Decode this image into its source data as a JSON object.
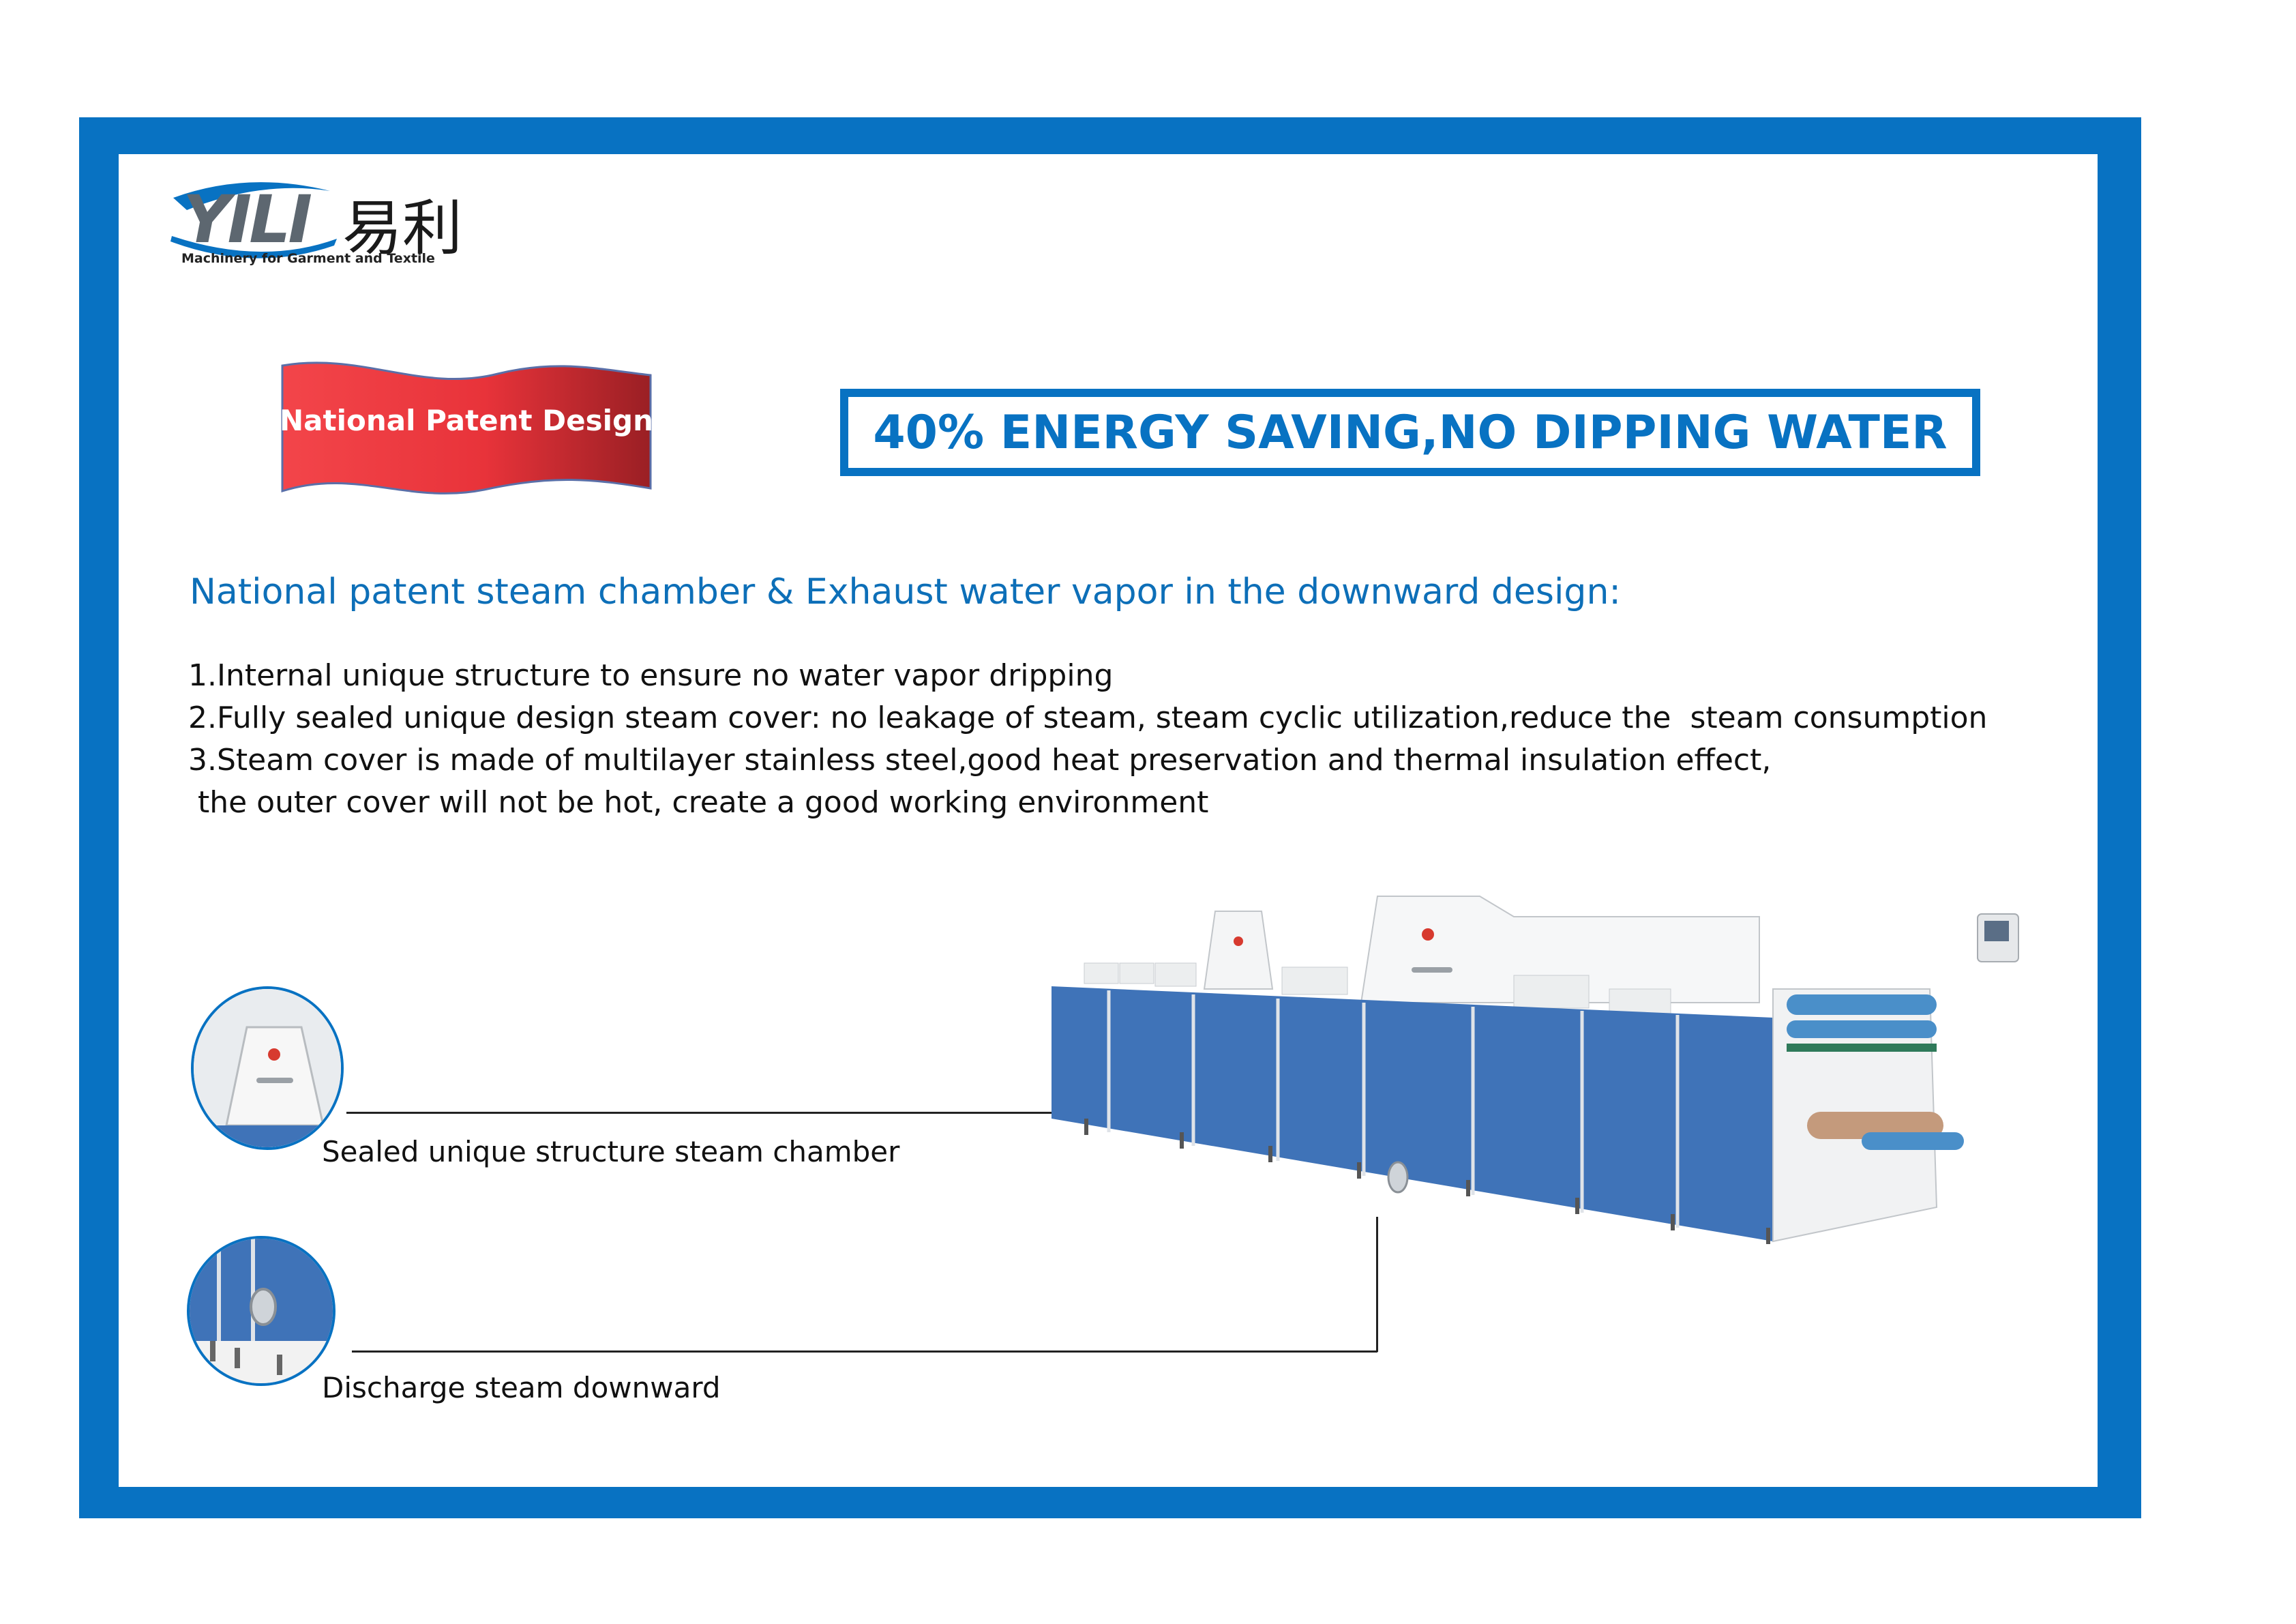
{
  "brand": {
    "logo_word": "YILI",
    "logo_cn": "易利",
    "tagline": "Machinery for Garment and Textile"
  },
  "badge": {
    "label": "National Patent Design",
    "color": "#e8333a"
  },
  "headline": "40% ENERGY SAVING,NO DIPPING WATER",
  "subtitle": "National patent steam chamber & Exhaust water vapor in the downward design:",
  "points": [
    "1.Internal unique structure to ensure no water vapor dripping",
    "2.Fully sealed unique design steam cover: no leakage of steam, steam cyclic utilization,reduce the  steam consumption",
    "3.Steam cover is made of multilayer stainless steel,good heat preservation and thermal insulation effect,",
    " the outer cover will not be hot, create a good working environment"
  ],
  "callouts": [
    {
      "caption": "Sealed unique structure steam chamber"
    },
    {
      "caption": "Discharge steam downward"
    }
  ],
  "colors": {
    "frame": "#0872c2",
    "machine_panel": "#3f73b8",
    "machine_top": "#f2f3f4",
    "roller": "#4a8fc9"
  }
}
